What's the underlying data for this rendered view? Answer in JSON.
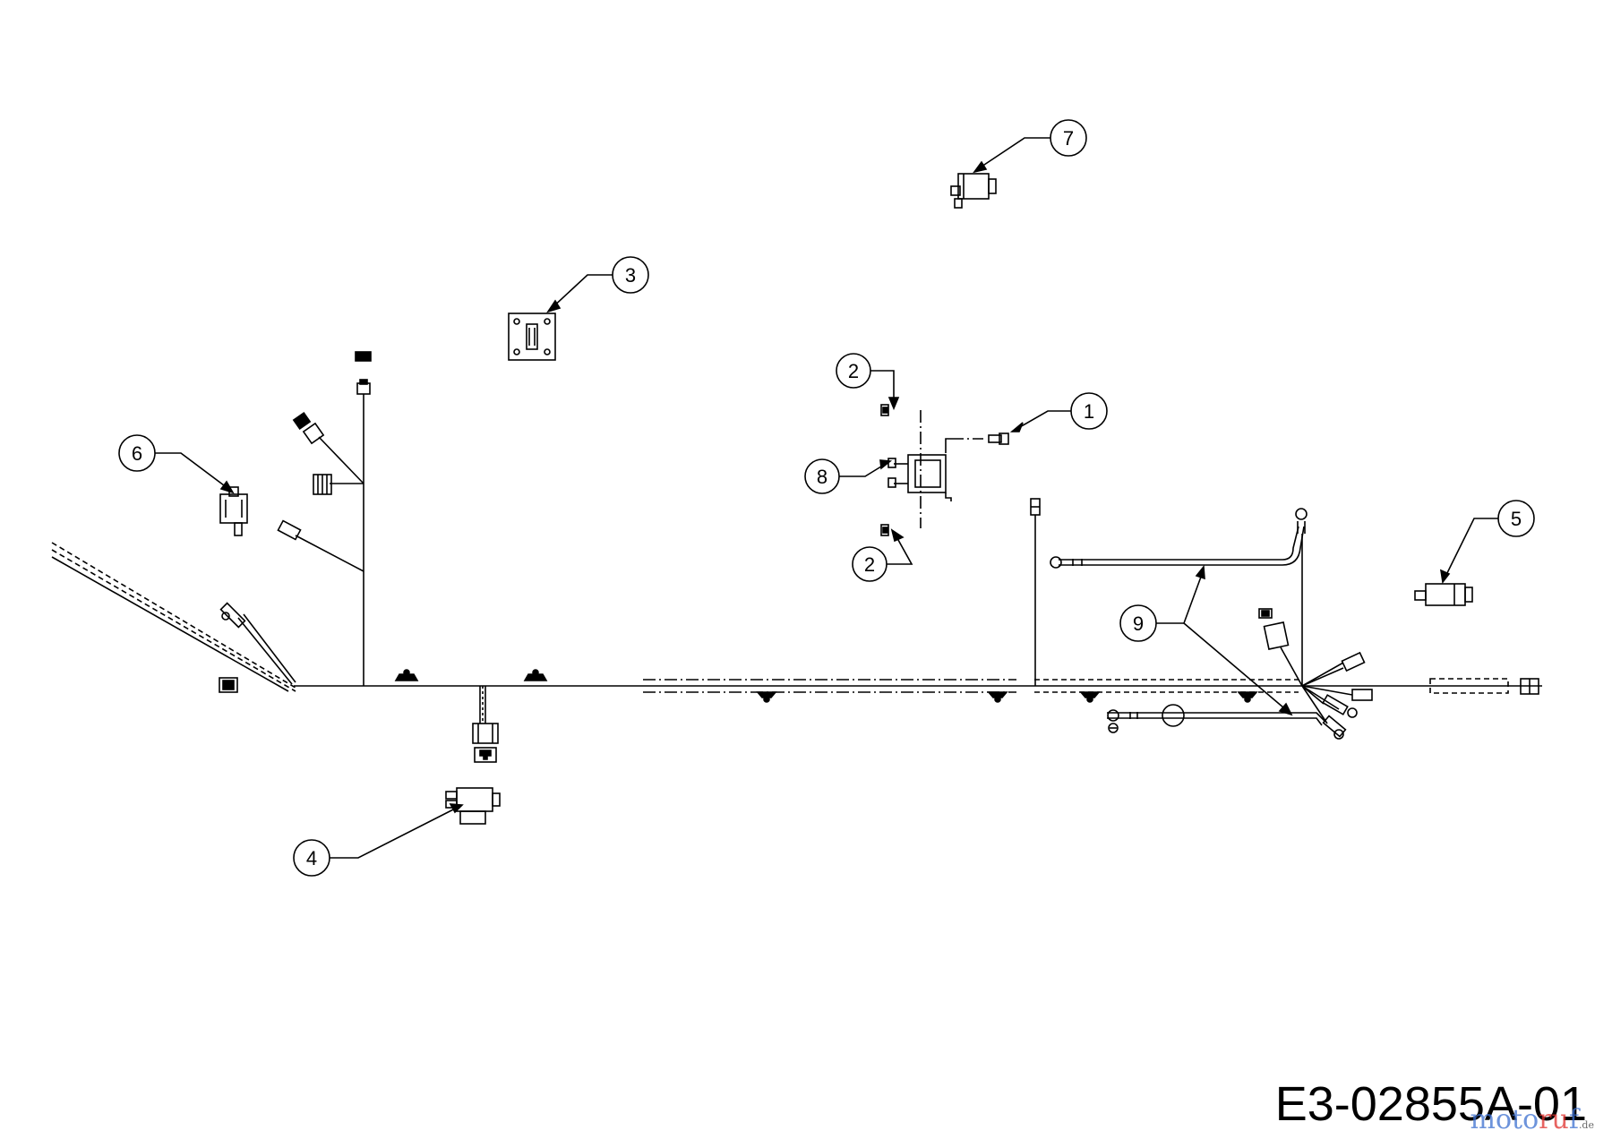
{
  "diagram": {
    "code": "E3-02855A-01",
    "watermark": {
      "part1": "moto",
      "part2": "ru",
      "part3": "f",
      "tld": ".de"
    },
    "callouts": [
      {
        "id": "c1",
        "label": "1"
      },
      {
        "id": "c2a",
        "label": "2"
      },
      {
        "id": "c2b",
        "label": "2"
      },
      {
        "id": "c3",
        "label": "3"
      },
      {
        "id": "c4",
        "label": "4"
      },
      {
        "id": "c5",
        "label": "5"
      },
      {
        "id": "c6",
        "label": "6"
      },
      {
        "id": "c7",
        "label": "7"
      },
      {
        "id": "c8",
        "label": "8"
      },
      {
        "id": "c9",
        "label": "9"
      }
    ]
  }
}
